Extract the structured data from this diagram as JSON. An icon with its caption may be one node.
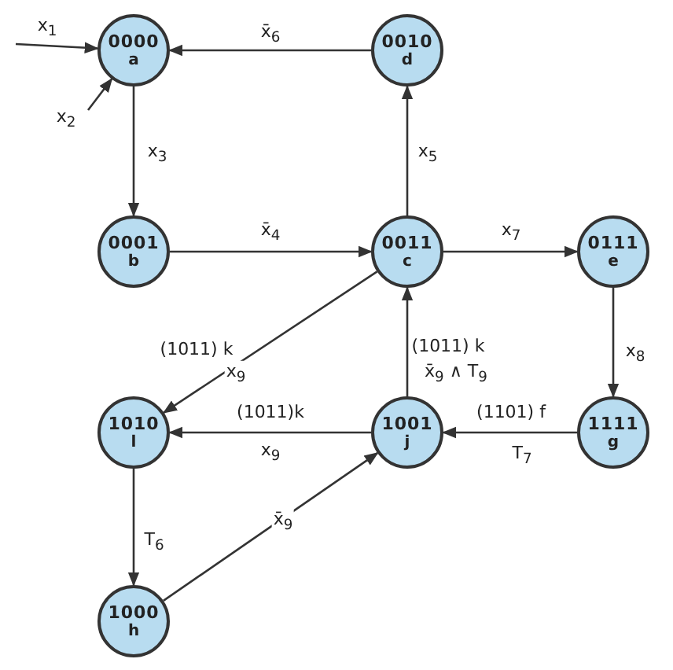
{
  "diagram": {
    "nodes": [
      {
        "text": [
          "0000",
          "a"
        ]
      },
      {
        "text": [
          "0010",
          "d"
        ]
      },
      {
        "text": [
          "0001",
          "b"
        ]
      },
      {
        "text": [
          "0011",
          "c"
        ]
      },
      {
        "text": [
          "0111",
          "e"
        ]
      },
      {
        "text": [
          "1010",
          "l"
        ]
      },
      {
        "text": [
          "1001",
          "j"
        ]
      },
      {
        "text": [
          "1111",
          "g"
        ]
      },
      {
        "text": [
          "1000",
          "h"
        ]
      }
    ],
    "edges": [
      {
        "from": null,
        "to": 0,
        "arrow": "to",
        "label": "x$_{1}$"
      },
      {
        "from": null,
        "to": 0,
        "arrow": "to",
        "label": "x$_{2}$"
      },
      {
        "from": 1,
        "to": 0,
        "arrow": "to",
        "label": "x̄$_{6}$"
      },
      {
        "from": 0,
        "to": 2,
        "arrow": "to",
        "label": "x$_{3}$"
      },
      {
        "from": 2,
        "to": 3,
        "arrow": "to",
        "label": "x̄$_{4}$"
      },
      {
        "from": 3,
        "to": 1,
        "arrow": "to",
        "label": "x$_{5}$"
      },
      {
        "from": 3,
        "to": 4,
        "arrow": "to",
        "label": "x$_{7}$"
      },
      {
        "from": 3,
        "to": 5,
        "arrow": "to",
        "label": "(1011) k"
      },
      {
        "from": 6,
        "to": 3,
        "arrow": "to",
        "label": "(1011) k"
      },
      {
        "from": 4,
        "to": 7,
        "arrow": "to",
        "label": "x$_{8}$"
      },
      {
        "from": 6,
        "to": 5,
        "arrow": "to",
        "label": "(1011)k"
      },
      {
        "from": 7,
        "to": 6,
        "arrow": "to",
        "label": "(1101) f"
      },
      {
        "from": 5,
        "to": 8,
        "arrow": "to",
        "label": "T$_{6}$"
      },
      {
        "from": 8,
        "to": 6,
        "arrow": "to",
        "label": "x̄$_{9}$"
      }
    ],
    "labels": [
      "x$_{9}$",
      "x̄$_{9}$ ∧ T$_{9}$",
      "x$_{9}$",
      "T$_{7}$"
    ]
  }
}
